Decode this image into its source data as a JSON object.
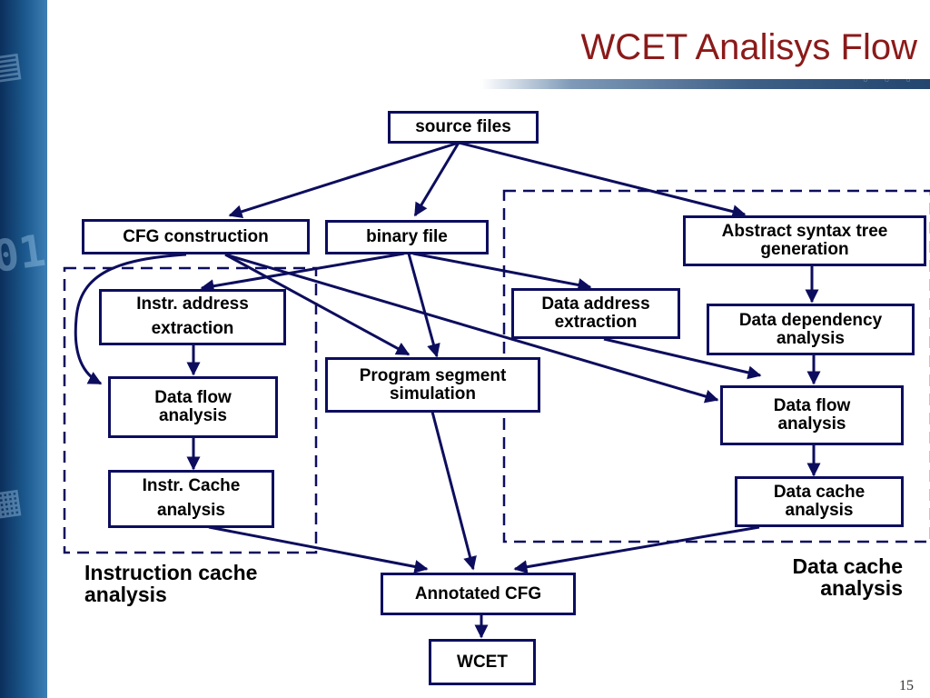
{
  "slide": {
    "title": "WCET Analisys Flow",
    "page_number": "15"
  },
  "nodes": {
    "source_files": "source files",
    "cfg_construction": "CFG construction",
    "binary_file": "binary file",
    "ast_generation": "Abstract syntax tree\ngeneration",
    "instr_address_extraction": "Instr. address\nextraction",
    "data_address_extraction": "Data address\nextraction",
    "data_dependency_analysis": "Data dependency\nanalysis",
    "program_segment_simulation": "Program segment\nsimulation",
    "data_flow_analysis_left": "Data flow\nanalysis",
    "data_flow_analysis_right": "Data flow\nanalysis",
    "instr_cache_analysis": "Instr. Cache\nanalysis",
    "data_cache_analysis_box": "Data cache\nanalysis",
    "annotated_cfg": "Annotated CFG",
    "wcet": "WCET"
  },
  "groups": {
    "instruction_cache": "Instruction cache\nanalysis",
    "data_cache": "Data cache\nanalysis"
  },
  "style": {
    "title_color": "#8b1a1a",
    "node_border_color": "#0d0d5e",
    "arrow_color": "#0d0d5e",
    "band_color": "#1c5a8f"
  }
}
